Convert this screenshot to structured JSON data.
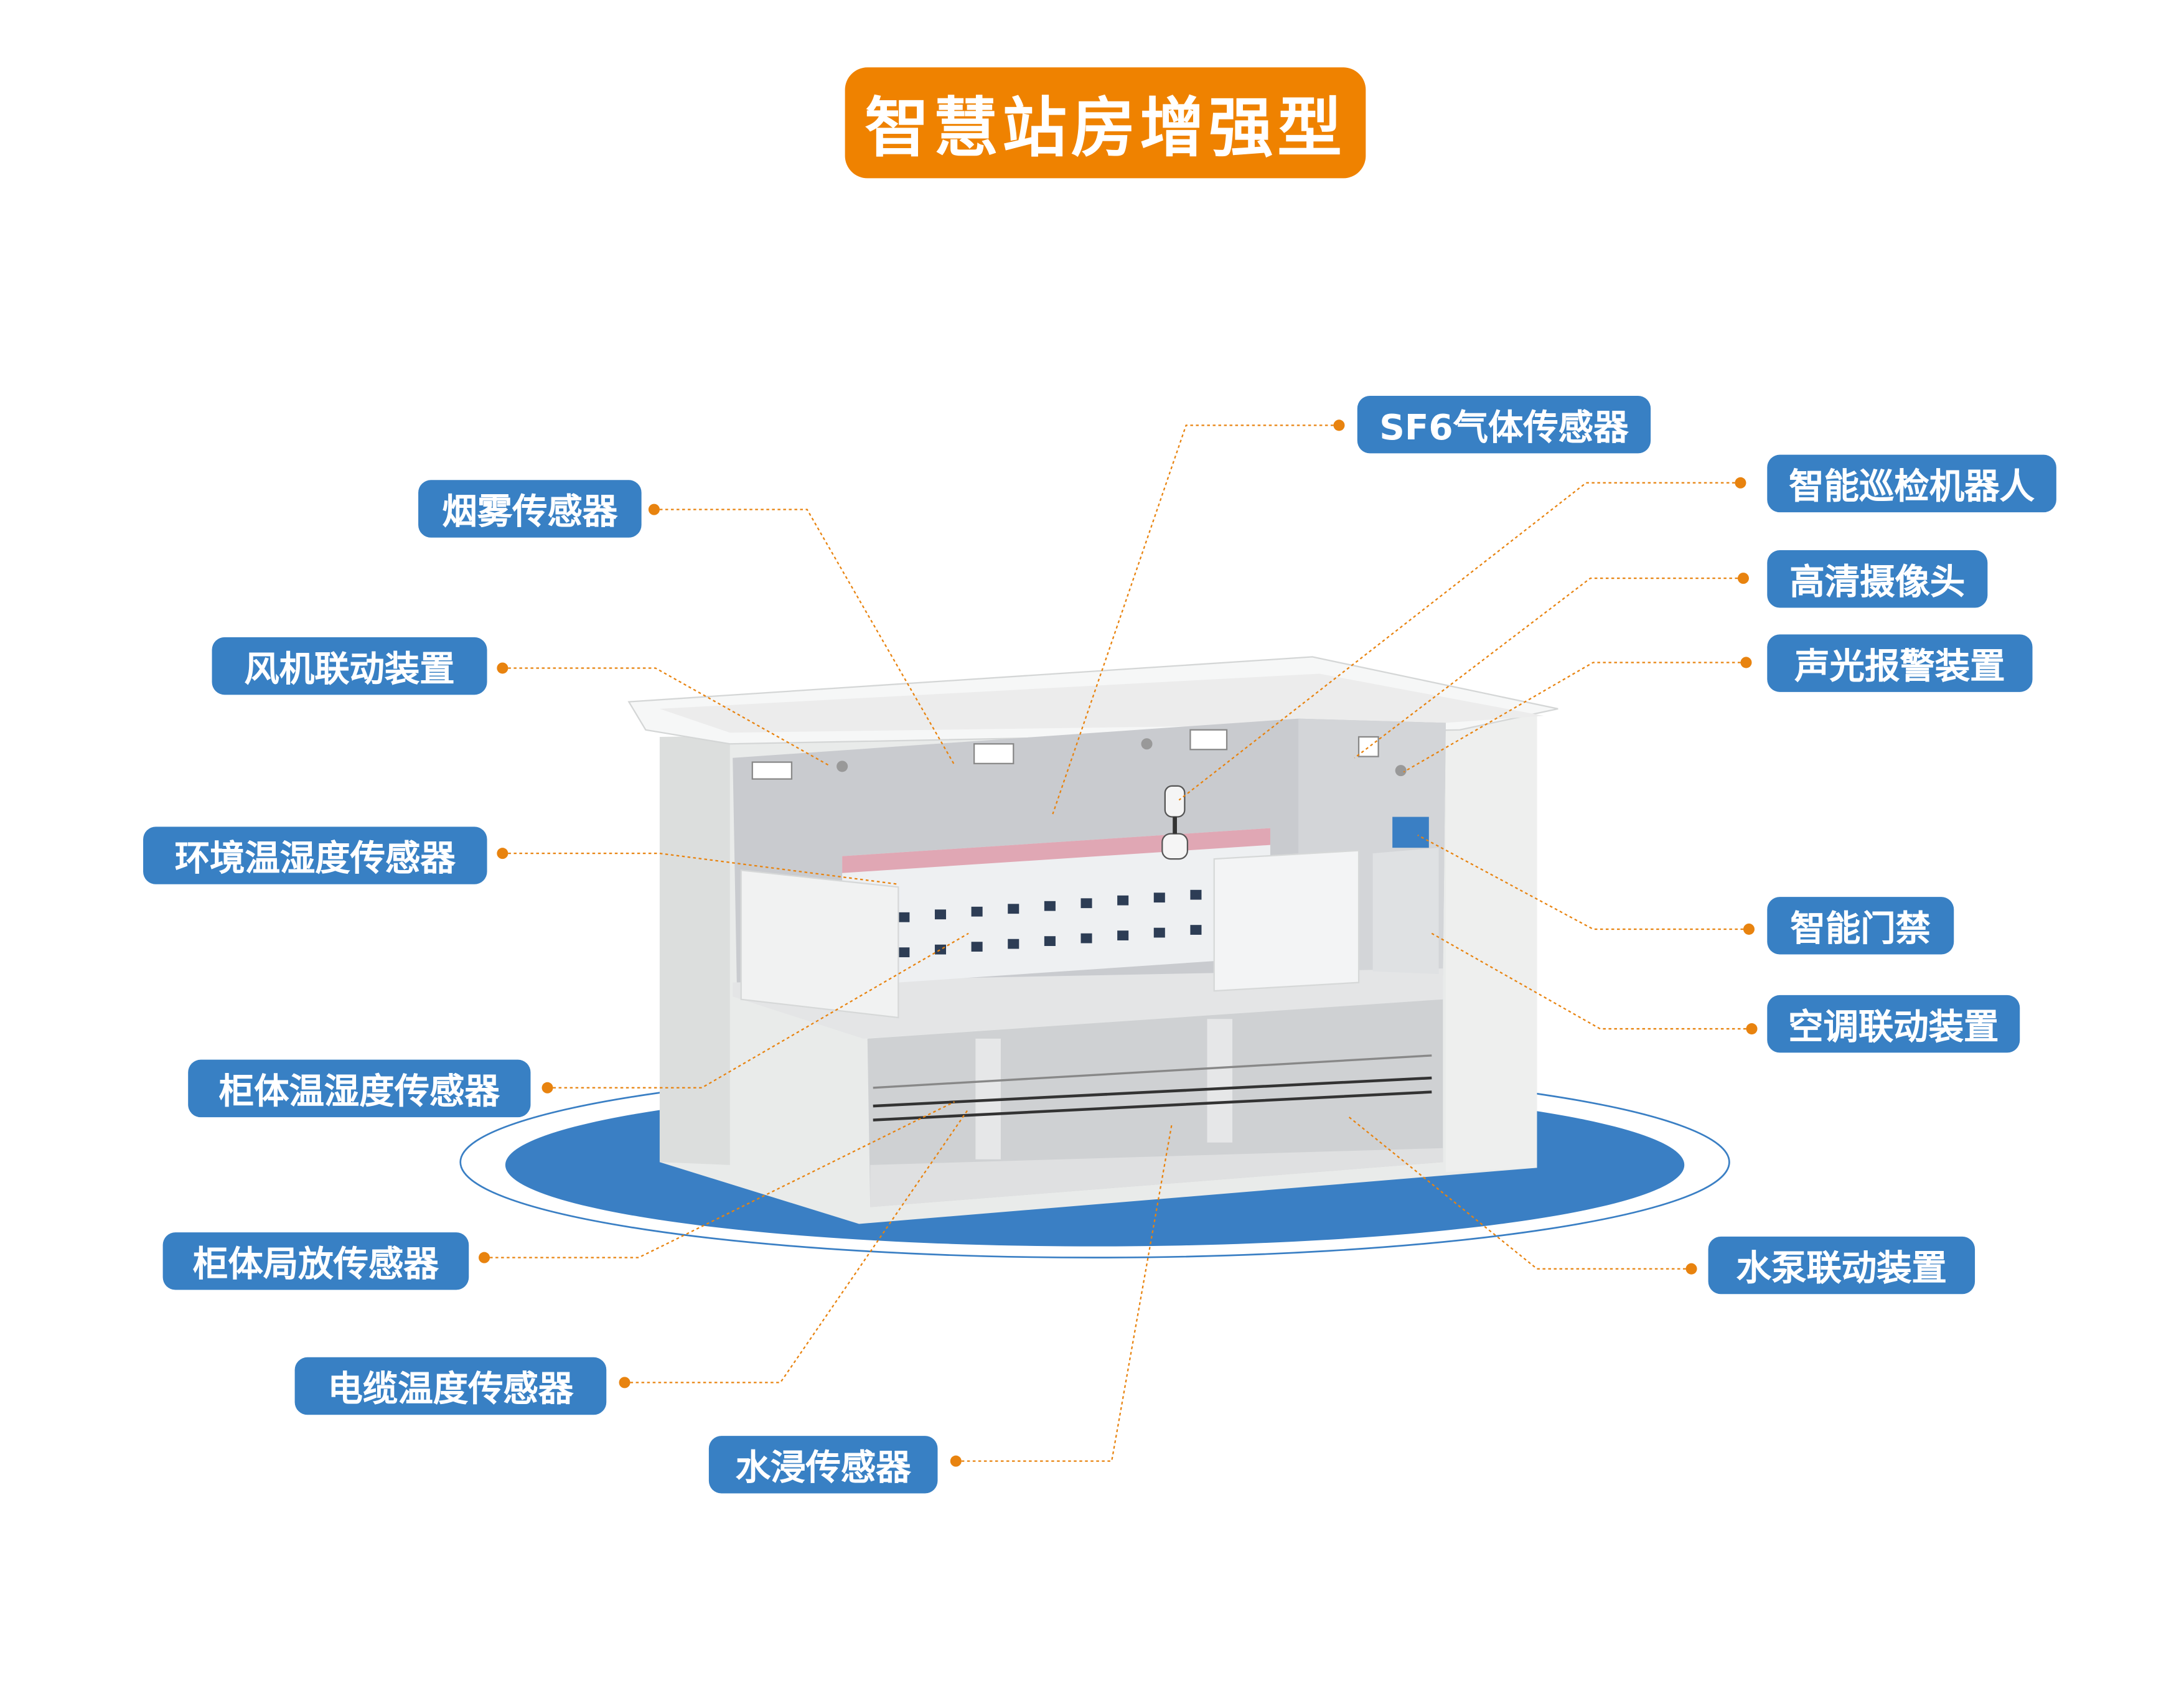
{
  "title": "智慧站房增强型",
  "colors": {
    "title_bg": "#ef8200",
    "label_bg": "#3880c4",
    "leader": "#e8830f",
    "platform": "#3a7fc4"
  },
  "labels": {
    "smoke": "烟雾传感器",
    "fan": "风机联动装置",
    "env_th": "环境温湿度传感器",
    "cab_th": "柜体温湿度传感器",
    "cab_pd": "柜体局放传感器",
    "cable_temp": "电缆温度传感器",
    "water": "水浸传感器",
    "sf6": "SF6气体传感器",
    "robot": "智能巡检机器人",
    "camera": "高清摄像头",
    "alarm": "声光报警装置",
    "door": "智能门禁",
    "ac": "空调联动装置",
    "pump": "水泵联动装置"
  }
}
